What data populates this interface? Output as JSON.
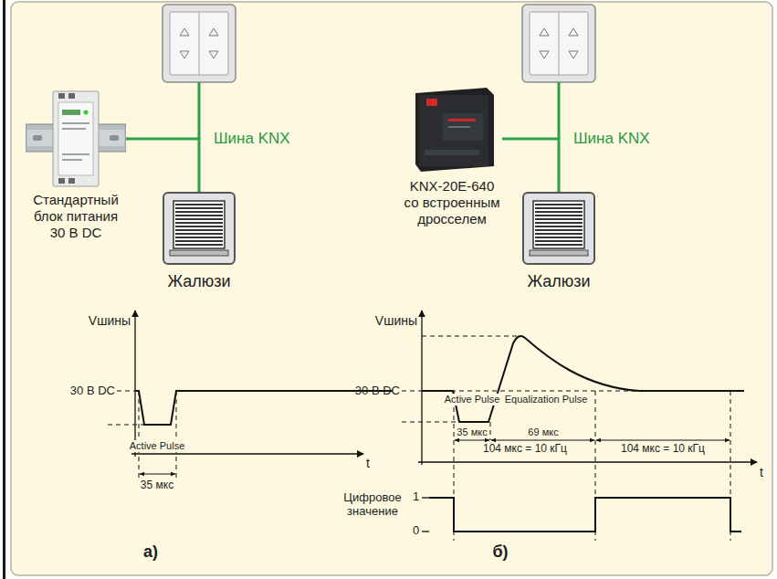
{
  "diagram": {
    "nodes": [
      {
        "text": [
          "Стандартный блок питания 30 В DC"
        ]
      },
      {
        "text": [
          "Жалюзи"
        ]
      },
      {
        "text": [
          "KNX-20E-640 со встроенным дросселем"
        ]
      },
      {
        "text": [
          "Жалюзи"
        ]
      }
    ],
    "edges": [
      {
        "from": 0,
        "to": 1,
        "arrow": "none",
        "label": "Шина KNX"
      },
      {
        "from": 2,
        "to": 3,
        "arrow": "none",
        "label": "Шина KNX"
      }
    ],
    "labels": [
      "Vшины",
      "30 В DC",
      "Active Pulse",
      "35 мкс",
      "t",
      "а)",
      "Vшины",
      "30 В DC",
      "Active Pulse",
      "Equalization Pulse",
      "35 мкс",
      "69 мкс",
      "104 мкс = 10 кГц",
      "104 мкс = 10 кГц",
      "t",
      "Цифровое значение",
      "1",
      "0",
      "б)"
    ]
  }
}
